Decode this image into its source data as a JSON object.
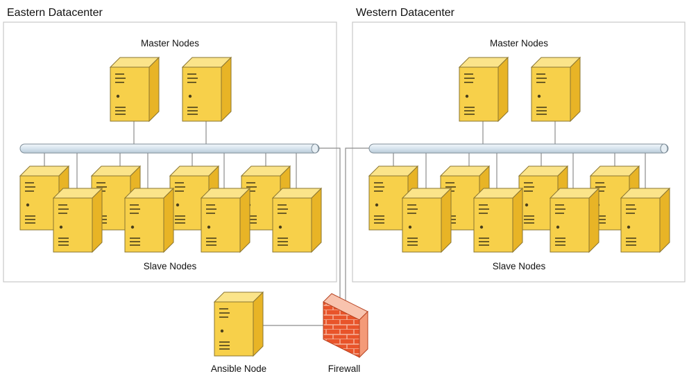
{
  "diagram": {
    "datacenters": [
      {
        "title": "Eastern Datacenter",
        "master_label": "Master Nodes",
        "slave_label": "Slave Nodes",
        "master_count": 2,
        "slave_count": 8
      },
      {
        "title": "Western Datacenter",
        "master_label": "Master Nodes",
        "slave_label": "Slave Nodes",
        "master_count": 2,
        "slave_count": 8
      }
    ],
    "ansible_label": "Ansible Node",
    "firewall_label": "Firewall"
  },
  "colors": {
    "server_front": "#F7D04A",
    "server_side": "#E8B426",
    "server_top": "#FBE48A",
    "server_stroke": "#8A7530",
    "bus_fill": "#DDE9F2",
    "bus_stroke": "#7F8E99",
    "frame_stroke": "#C8C8C8",
    "firewall_front": "#E8542A",
    "firewall_side": "#F49A78"
  }
}
